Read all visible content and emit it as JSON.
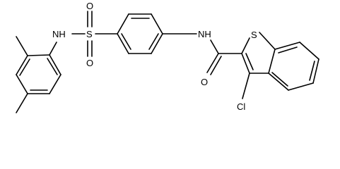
{
  "molecule": {
    "atoms": {
      "s_ring": "S",
      "s_sulfonyl": "S",
      "o_top": "O",
      "o_bottom": "O",
      "nh_sulfonamide": "NH",
      "nh_amide": "NH",
      "o_carbonyl": "O",
      "cl": "Cl"
    }
  }
}
